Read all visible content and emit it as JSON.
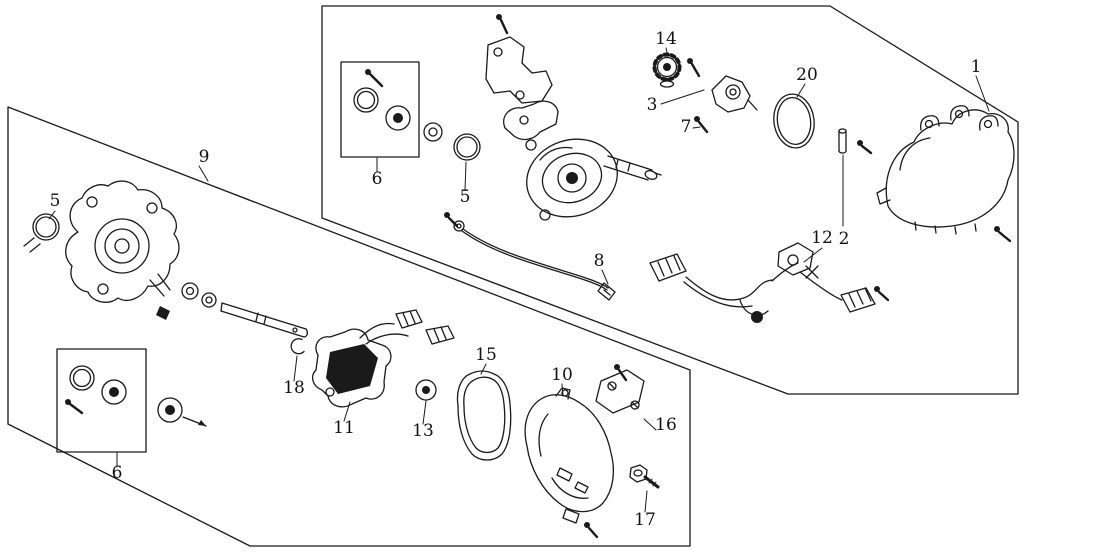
{
  "page": {
    "background": "#ffffff",
    "line_color": "#1a1a1a",
    "kind": "exploded-parts-diagram"
  },
  "callouts": {
    "c1": "1",
    "c2": "2",
    "c3": "3",
    "c5_top": "5",
    "c5_left": "5",
    "c6_top": "6",
    "c6_bottom": "6",
    "c7": "7",
    "c8": "8",
    "c9": "9",
    "c10": "10",
    "c11": "11",
    "c12": "12",
    "c13": "13",
    "c14": "14",
    "c15": "15",
    "c16": "16",
    "c17": "17",
    "c18": "18",
    "c20": "20"
  }
}
